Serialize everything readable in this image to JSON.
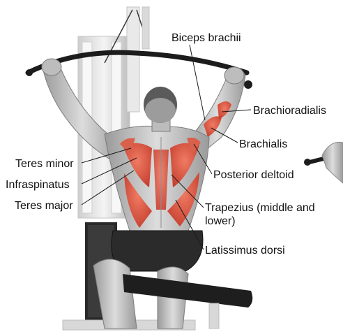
{
  "figure": {
    "labels": {
      "biceps_brachii": "Biceps brachii",
      "brachioradialis": "Brachioradialis",
      "brachialis": "Brachialis",
      "posterior_deltoid": "Posterior deltoid",
      "trapezius": "Trapezius (middle and lower)",
      "latissimus_dorsi": "Latissimus dorsi",
      "teres_minor": "Teres minor",
      "infraspinatus": "Infraspinatus",
      "teres_major": "Teres major"
    },
    "colors": {
      "muscle_highlight": "#e0533f",
      "muscle_dark": "#b8362a",
      "skin": "#c9c9c9",
      "machine": "#1e1e1e",
      "frame": "#e6e6e6"
    }
  }
}
